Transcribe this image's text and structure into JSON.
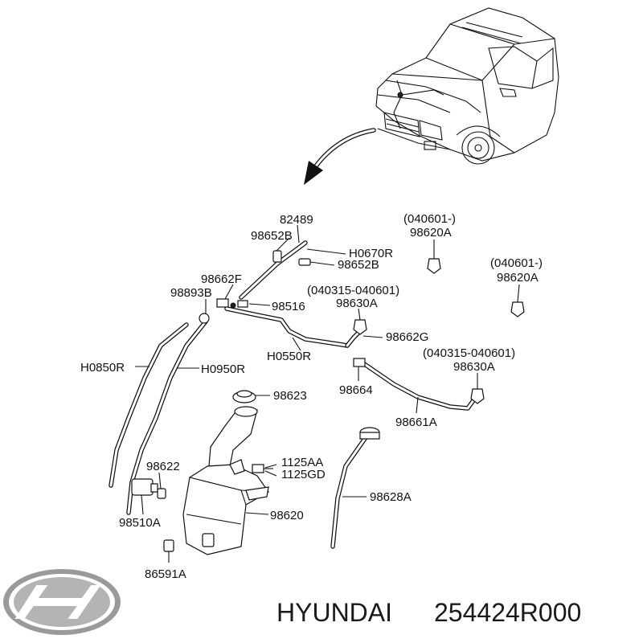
{
  "diagram": {
    "part_labels": {
      "p82489": "82489",
      "p98652B_top": "98652B",
      "pH0670R": "H0670R",
      "p98652B_right": "98652B",
      "p98662F": "98662F",
      "p98893B": "98893B",
      "p98516": "98516",
      "pH0850R": "H0850R",
      "pH0950R": "H0950R",
      "pH0550R": "H0550R",
      "p98620A_1_date": "(040601-)",
      "p98620A_1": "98620A",
      "p98620A_2_date": "(040601-)",
      "p98620A_2": "98620A",
      "p98630A_1_date": "(040315-040601)",
      "p98630A_1": "98630A",
      "p98662G": "98662G",
      "p98630A_2_date": "(040315-040601)",
      "p98630A_2": "98630A",
      "p98664": "98664",
      "p98661A": "98661A",
      "p98623": "98623",
      "p98622": "98622",
      "p1125AA": "1125AA",
      "p1125GD": "1125GD",
      "p98628A": "98628A",
      "p98510A": "98510A",
      "p98620": "98620",
      "p86591A": "86591A"
    }
  },
  "footer": {
    "brand": "HYUNDAI",
    "part_number": "254424R000",
    "logo_icon": "hyundai-logo-icon"
  }
}
